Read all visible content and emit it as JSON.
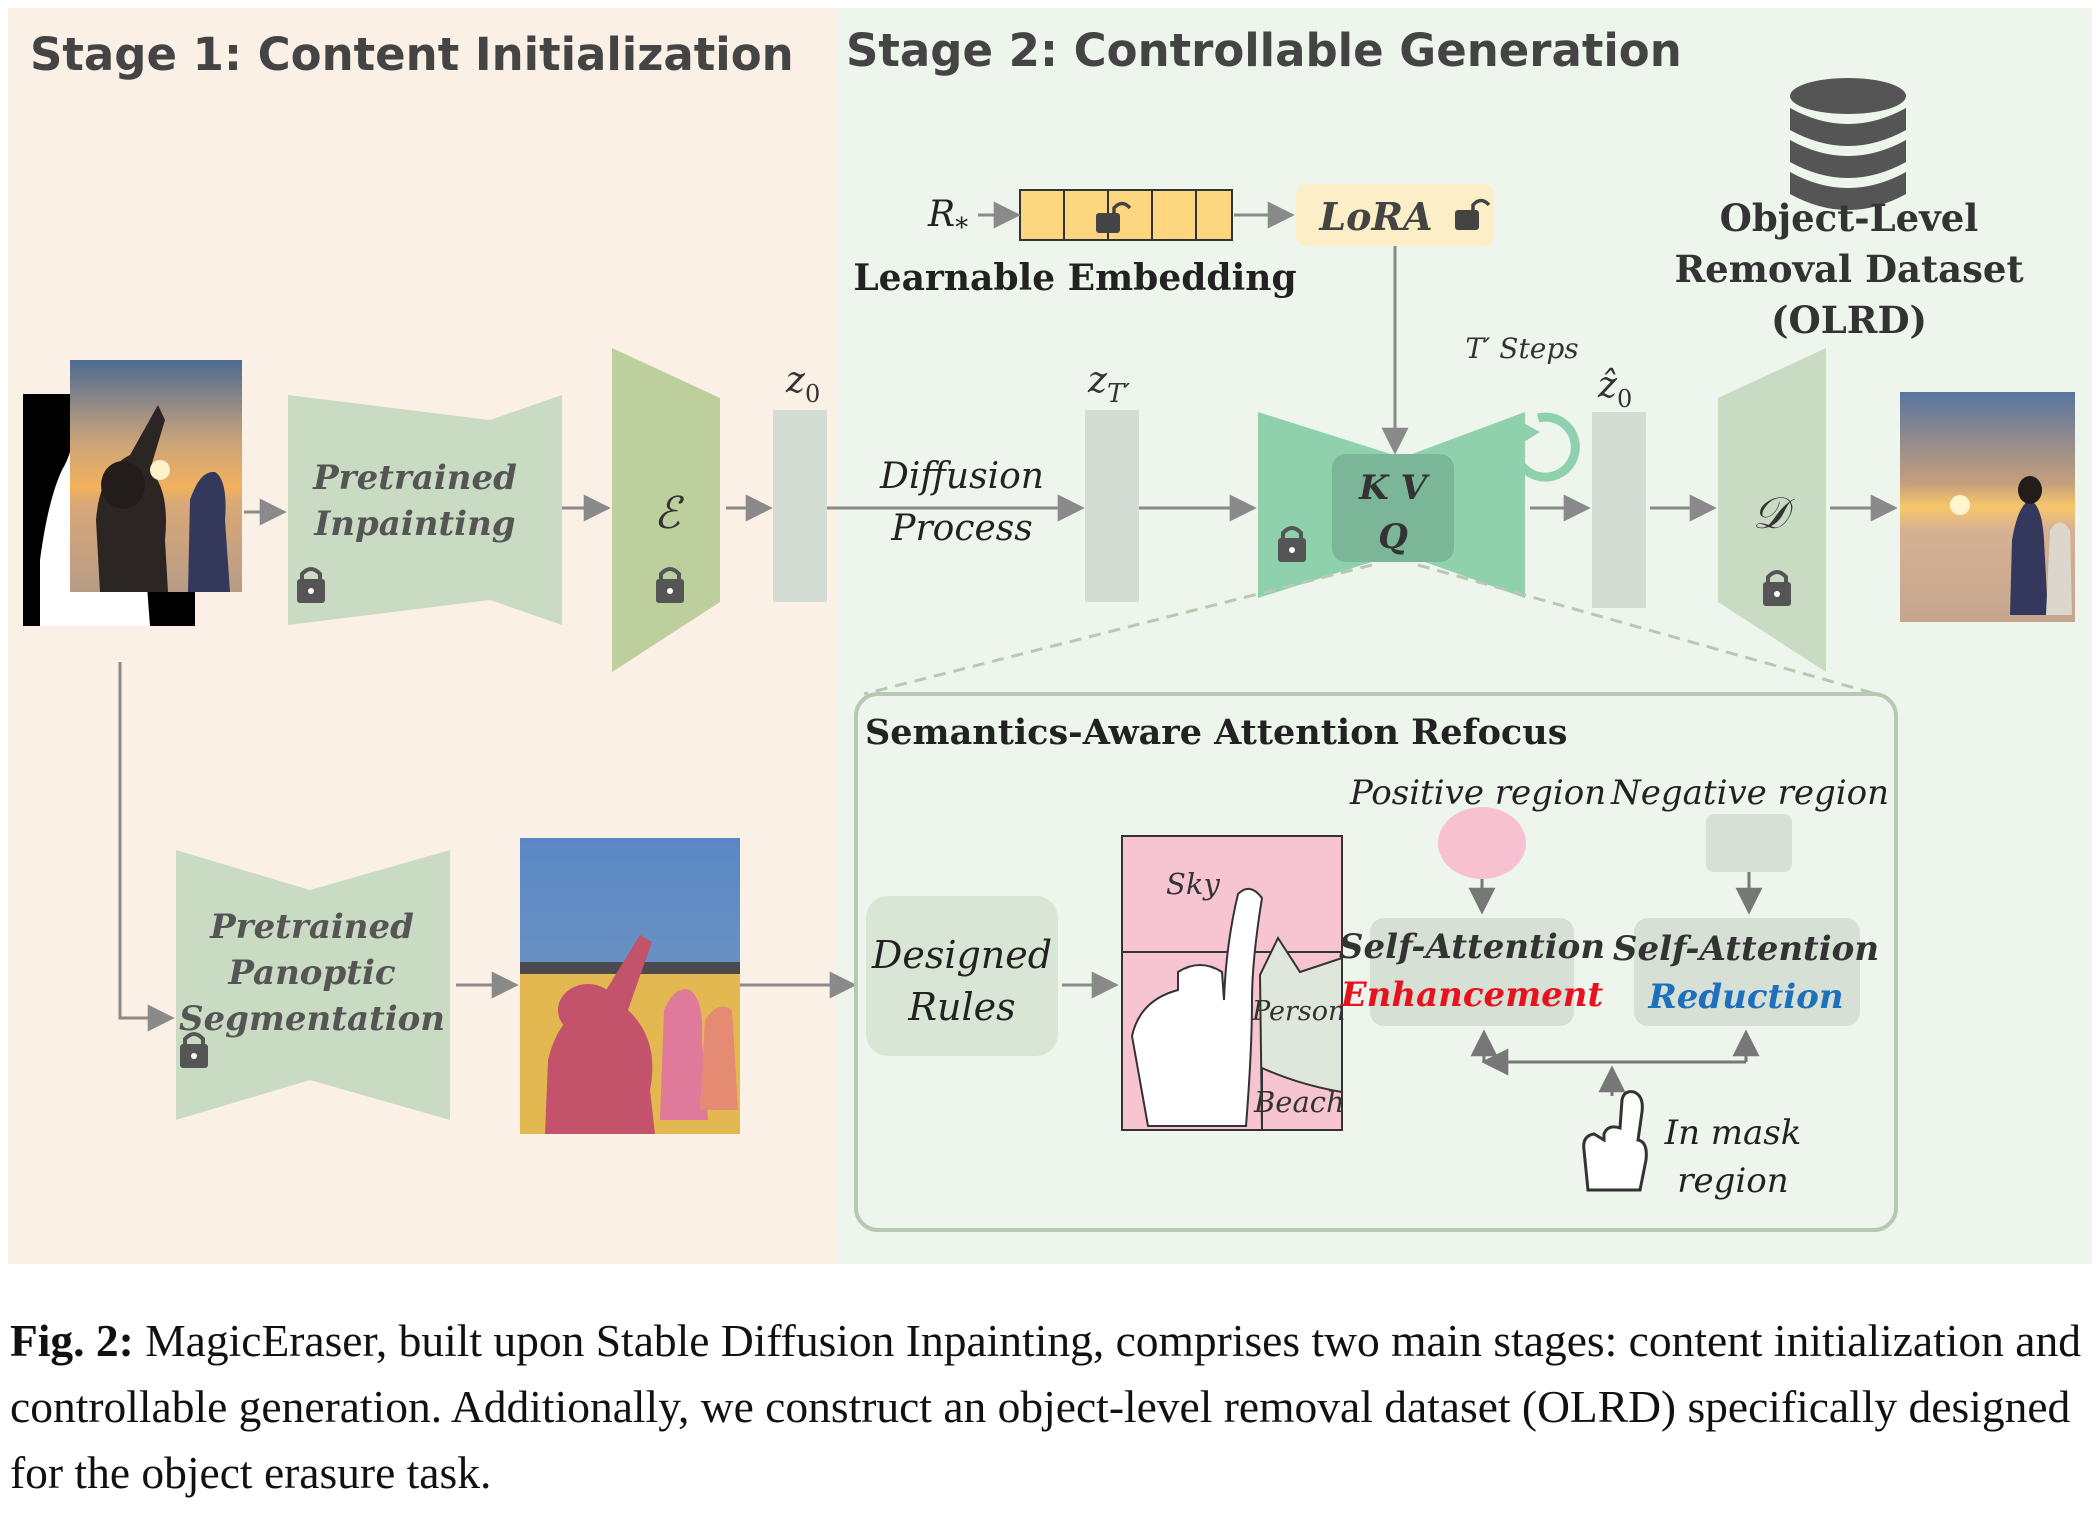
{
  "stage1": {
    "title": "Stage 1: Content Initialization"
  },
  "stage2": {
    "title": "Stage 2: Controllable Generation"
  },
  "embedding": {
    "r_base": "R",
    "r_sub": "*",
    "label": "Learnable Embedding"
  },
  "lora": {
    "label": "LoRA"
  },
  "dataset": {
    "line1": "Object-Level",
    "line2": "Removal Dataset",
    "line3": "(OLRD)"
  },
  "inpainting": {
    "line1": "Pretrained",
    "line2": "Inpainting"
  },
  "encoder": {
    "symbol": "ℰ"
  },
  "decoder": {
    "symbol": "𝒟"
  },
  "latents": {
    "z0_base": "z",
    "z0_sub": "0",
    "zt_base": "z",
    "zt_sub": "T′",
    "zhat_base": "ẑ",
    "zhat_sub": "0"
  },
  "diffusion": {
    "line1": "Diffusion",
    "line2": "Process"
  },
  "unet": {
    "kv": "K V",
    "q": "Q",
    "steps": "T′ Steps"
  },
  "segmentation": {
    "line1": "Pretrained",
    "line2": "Panoptic",
    "line3": "Segmentation"
  },
  "refocus": {
    "title": "Semantics-Aware Attention Refocus",
    "rules_line1": "Designed",
    "rules_line2": "Rules",
    "seg_labels": {
      "sky": "Sky",
      "person": "Person",
      "beach": "Beach"
    },
    "positive_label": "Positive region",
    "negative_label": "Negative region",
    "sa_title_1": "Self-Attention",
    "sa_enhancement": "Enhancement",
    "sa_title_2": "Self-Attention",
    "sa_reduction": "Reduction",
    "mask_line1": "In mask",
    "mask_line2": "region"
  },
  "colors": {
    "stage1_bg": "#fbf0e6",
    "stage2_bg": "#eef5ec",
    "module_green": "#c9dcc3",
    "encoder_green": "#bccf9c",
    "unet_green": "#8fd1ad",
    "embedding_yellow": "#fdd77f",
    "lora_bg": "#fcefc8",
    "positive_pink": "#f8c1d1",
    "enhancement_red": "#e8121e",
    "reduction_blue": "#1f6fbf"
  },
  "caption": {
    "label": "Fig. 2:",
    "text": "MagicEraser, built upon Stable Diffusion Inpainting, comprises two main stages: content initialization and controllable generation. Additionally, we construct an object-level removal dataset (OLRD) specifically designed for the object erasure task."
  }
}
